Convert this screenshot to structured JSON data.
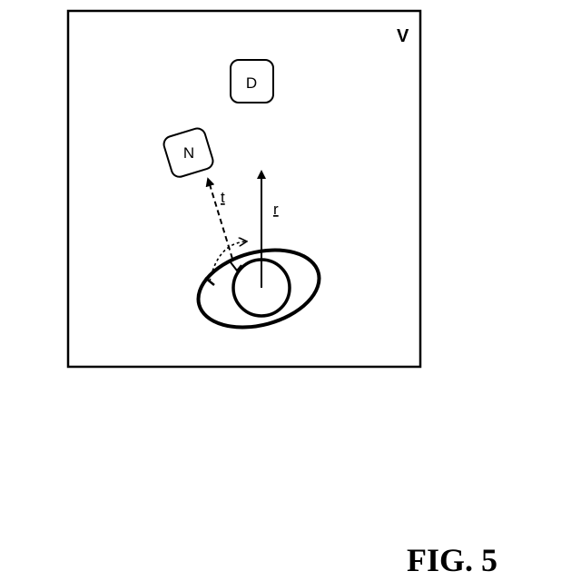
{
  "labels": {
    "region": "V",
    "box_d": "D",
    "box_n": "N",
    "vector_r": "r",
    "vector_t": "t"
  },
  "caption": "FIG. 5"
}
